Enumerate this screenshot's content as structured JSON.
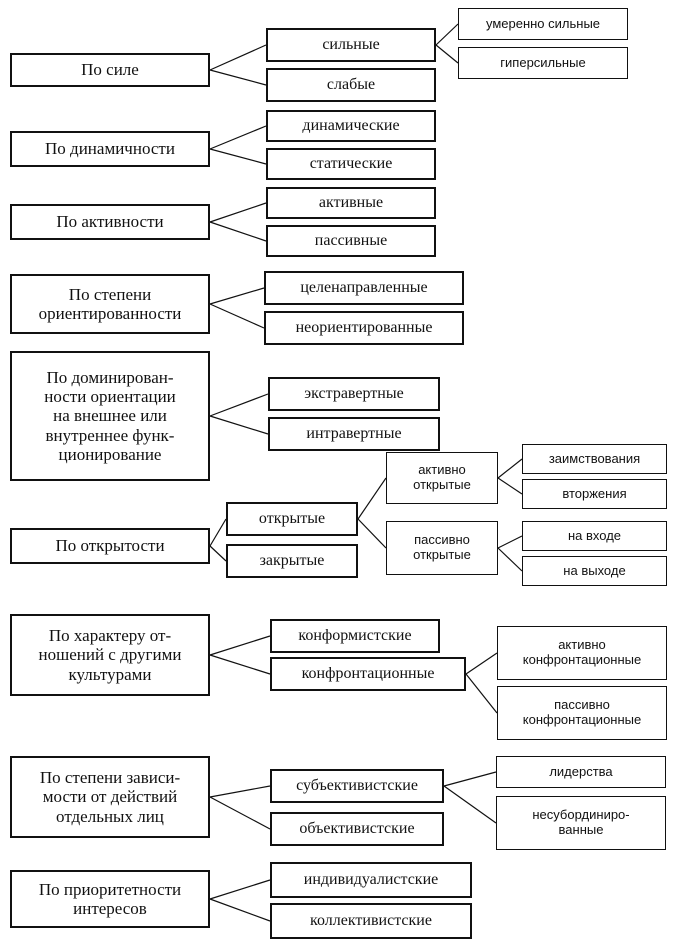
{
  "categories": [
    {
      "label": "По силе",
      "children": [
        {
          "label": "сильные",
          "children": [
            {
              "label": "умеренно сильные"
            },
            {
              "label": "гиперсильные"
            }
          ]
        },
        {
          "label": "слабые"
        }
      ]
    },
    {
      "label": "По динамичности",
      "children": [
        {
          "label": "динамические"
        },
        {
          "label": "статические"
        }
      ]
    },
    {
      "label": "По активности",
      "children": [
        {
          "label": "активные"
        },
        {
          "label": "пассивные"
        }
      ]
    },
    {
      "label": "По степени\nориентированности",
      "children": [
        {
          "label": "целенаправленные"
        },
        {
          "label": "неориентированные"
        }
      ]
    },
    {
      "label": "По доминирован-\nности ориентации\nна внешнее или\nвнутреннее функ-\nционирование",
      "children": [
        {
          "label": "экстравертные"
        },
        {
          "label": "интравертные"
        }
      ]
    },
    {
      "label": "По открытости",
      "children": [
        {
          "label": "открытые",
          "children": [
            {
              "label": "активно\nоткрытые",
              "children": [
                {
                  "label": "заимствования"
                },
                {
                  "label": "вторжения"
                }
              ]
            },
            {
              "label": "пассивно\nоткрытые",
              "children": [
                {
                  "label": "на входе"
                },
                {
                  "label": "на выходе"
                }
              ]
            }
          ]
        },
        {
          "label": "закрытые"
        }
      ]
    },
    {
      "label": "По характеру от-\nношений с другими\nкультурами",
      "children": [
        {
          "label": "конформистские"
        },
        {
          "label": "конфронтационные",
          "children": [
            {
              "label": "активно\nконфронтационные"
            },
            {
              "label": "пассивно\nконфронтационные"
            }
          ]
        }
      ]
    },
    {
      "label": "По степени зависи-\nмости от действий\nотдельных лиц",
      "children": [
        {
          "label": "субъективистские",
          "children": [
            {
              "label": "лидерства"
            },
            {
              "label": "несубординиро-\nванные"
            }
          ]
        },
        {
          "label": "объективистские"
        }
      ]
    },
    {
      "label": "По приоритетности\nинтересов",
      "children": [
        {
          "label": "индивидуалистские"
        },
        {
          "label": "коллективистские"
        }
      ]
    }
  ]
}
